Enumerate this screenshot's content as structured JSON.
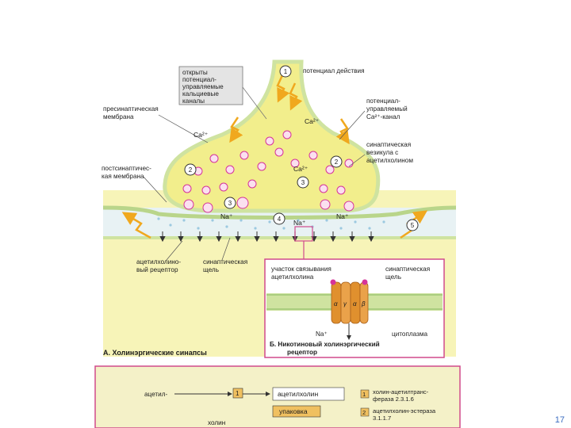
{
  "colors": {
    "cytoplasm": "#f7f4b8",
    "terminal": "#f2ee8c",
    "membrane": "#cfe3a0",
    "panel_border": "#d04a8c",
    "bottom_panel": "#f4f1c8",
    "vesicle": "#d6339a",
    "arrow": "#f0a81e",
    "receptor": "#e0902e",
    "page_number": "#3a6cc0"
  },
  "top_note": [
    "открыты",
    "потенциал-",
    "управляемые",
    "кальциевые",
    "каналы"
  ],
  "labels": {
    "action_potential": "потенциал действия",
    "presynaptic_membrane": [
      "пресинаптическая",
      "мембрана"
    ],
    "vgcc": [
      "потенциал-",
      "управляемый",
      "Ca²⁺-канал"
    ],
    "vesicle": [
      "синаптическая",
      "везикула с",
      "ацетилхолином"
    ],
    "postsynaptic_membrane": [
      "постсинаптичес-",
      "кая мембрана"
    ],
    "receptor": [
      "ацетилхолино-",
      "вый рецептор"
    ],
    "cleft": [
      "синаптическая",
      "щель"
    ]
  },
  "ions": {
    "ca": "Ca²⁺",
    "na": "Na⁺"
  },
  "steps": [
    "1",
    "2",
    "2",
    "3",
    "3",
    "4",
    "5"
  ],
  "panel_a_caption": "А. Холинэргические синапсы",
  "panel_b": {
    "binding_site": [
      "участок связывания",
      "ацетилхолина"
    ],
    "cleft": [
      "синаптическая",
      "щель"
    ],
    "subunits": [
      "α",
      "γ",
      "α",
      "β"
    ],
    "na": "Na⁺",
    "cytoplasm": "цитоплазма",
    "caption": [
      "Б. Никотиновый холинэргический",
      "рецептор"
    ]
  },
  "bottom": {
    "acetyl": "ацетил-",
    "choline": "холин",
    "step": "1",
    "product": "ацетилхолин",
    "packing": "упаковка",
    "legend": [
      {
        "num": "1",
        "lines": [
          "холин-ацетилтранс-",
          "фераза 2.3.1.6"
        ]
      },
      {
        "num": "2",
        "lines": [
          "ацетилхолин-эстераза",
          "3.1.1.7"
        ]
      }
    ]
  },
  "page_number": "17"
}
